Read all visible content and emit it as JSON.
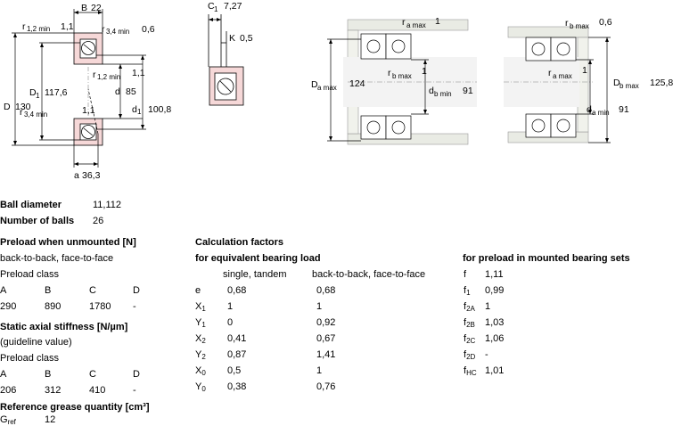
{
  "drawings": {
    "bearing": {
      "B_label": "B",
      "B_val": "22",
      "r12_top_label": "r",
      "r12_top_sub": "1,2 min",
      "r12_top_val": "1,1",
      "r34_top_label": "r",
      "r34_top_sub": "3,4 min",
      "r34_top_val": "0,6",
      "r12_mid_label": "r",
      "r12_mid_sub": "1,2 min",
      "r12_mid_val": "1,1",
      "r34_mid_label": "r",
      "r34_mid_sub": "3,4 min",
      "r34_mid_val": "1,1",
      "D_label": "D",
      "D_val": "130",
      "D1_label": "D",
      "D1_sub": "1",
      "D1_val": "117,6",
      "d_label": "d",
      "d_val": "85",
      "d1_label": "d",
      "d1_sub": "1",
      "d1_val": "100,8",
      "a_label": "a",
      "a_val": "36,3"
    },
    "detail": {
      "C1_label": "C",
      "C1_sub": "1",
      "C1_val": "7,27",
      "K_label": "K",
      "K_val": "0,5"
    },
    "abutment_left": {
      "ramax_label": "r",
      "ramax_sub": "a max",
      "ramax_val": "1",
      "rbmax_label": "r",
      "rbmax_sub": "b max",
      "rbmax_val": "1",
      "Damax_label": "D",
      "Damax_sub": "a max",
      "Damax_val": "124",
      "dbmin_label": "d",
      "dbmin_sub": "b min",
      "dbmin_val": "91"
    },
    "abutment_right": {
      "rbmax_label": "r",
      "rbmax_sub": "b max",
      "rbmax_val": "0,6",
      "ramax_label": "r",
      "ramax_sub": "a max",
      "ramax_val": "1",
      "Dbmax_label": "D",
      "Dbmax_sub": "b max",
      "Dbmax_val": "125,8",
      "damin_label": "d",
      "damin_sub": "a min",
      "damin_val": "91"
    }
  },
  "specs": {
    "ball_diameter": {
      "label": "Ball diameter",
      "value": "11,112"
    },
    "number_of_balls": {
      "label": "Number of balls",
      "value": "26"
    }
  },
  "preload": {
    "heading": "Preload when unmounted [N]",
    "arrangement": "back-to-back, face-to-face",
    "class_label": "Preload class",
    "classes": [
      "A",
      "B",
      "C",
      "D"
    ],
    "values": [
      "290",
      "890",
      "1780",
      "-"
    ]
  },
  "stiffness": {
    "heading": "Static axial stiffness [N/µm]",
    "note": "(guideline value)",
    "class_label": "Preload class",
    "classes": [
      "A",
      "B",
      "C",
      "D"
    ],
    "values": [
      "206",
      "312",
      "410",
      "-"
    ]
  },
  "grease": {
    "heading": "Reference grease quantity [cm³]",
    "label": "G",
    "label_sub": "ref",
    "value": "12"
  },
  "calc": {
    "heading": "Calculation factors",
    "subheading": "for equivalent bearing load",
    "col1": "single, tandem",
    "col2": "back-to-back, face-to-face",
    "rows": [
      {
        "name": "e",
        "sub": "",
        "v1": "0,68",
        "v2": "0,68"
      },
      {
        "name": "X",
        "sub": "1",
        "v1": "1",
        "v2": "1"
      },
      {
        "name": "Y",
        "sub": "1",
        "v1": "0",
        "v2": "0,92"
      },
      {
        "name": "X",
        "sub": "2",
        "v1": "0,41",
        "v2": "0,67"
      },
      {
        "name": "Y",
        "sub": "2",
        "v1": "0,87",
        "v2": "1,41"
      },
      {
        "name": "X",
        "sub": "0",
        "v1": "0,5",
        "v2": "1"
      },
      {
        "name": "Y",
        "sub": "0",
        "v1": "0,38",
        "v2": "0,76"
      }
    ]
  },
  "mounted": {
    "heading": "for preload in mounted bearing sets",
    "rows": [
      {
        "name": "f",
        "sub": "",
        "v": "1,11"
      },
      {
        "name": "f",
        "sub": "1",
        "v": "0,99"
      },
      {
        "name": "f",
        "sub": "2A",
        "v": "1"
      },
      {
        "name": "f",
        "sub": "2B",
        "v": "1,03"
      },
      {
        "name": "f",
        "sub": "2C",
        "v": "1,06"
      },
      {
        "name": "f",
        "sub": "2D",
        "v": "-"
      },
      {
        "name": "f",
        "sub": "HC",
        "v": "1,01"
      }
    ]
  }
}
